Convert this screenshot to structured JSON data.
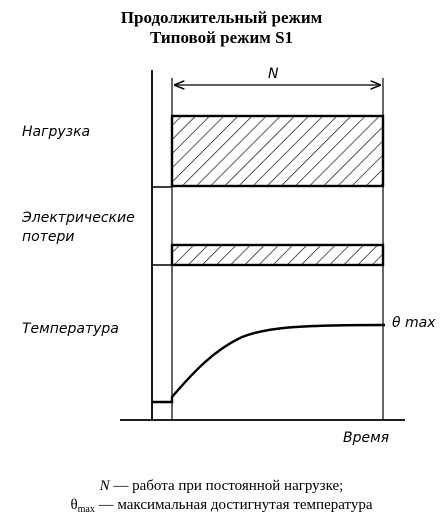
{
  "title": {
    "line1": "Продолжительный режим",
    "line2": "Типовой режим S1"
  },
  "diagram": {
    "duration_symbol": "N",
    "rows": [
      {
        "id": "load",
        "label_lines": [
          "Нагрузка"
        ]
      },
      {
        "id": "losses",
        "label_lines": [
          "Электрические",
          "потери"
        ]
      },
      {
        "id": "temperature",
        "label_lines": [
          "Температура"
        ]
      }
    ],
    "theta_max_label": "θ max",
    "time_axis_label": "Время"
  },
  "legend": {
    "line1_symbol": "N",
    "line1_text": " — работа при постоянной нагрузке;",
    "line2_symbol": "θ",
    "line2_subscript": "max",
    "line2_text": " — максимальная достигнутая температура"
  }
}
